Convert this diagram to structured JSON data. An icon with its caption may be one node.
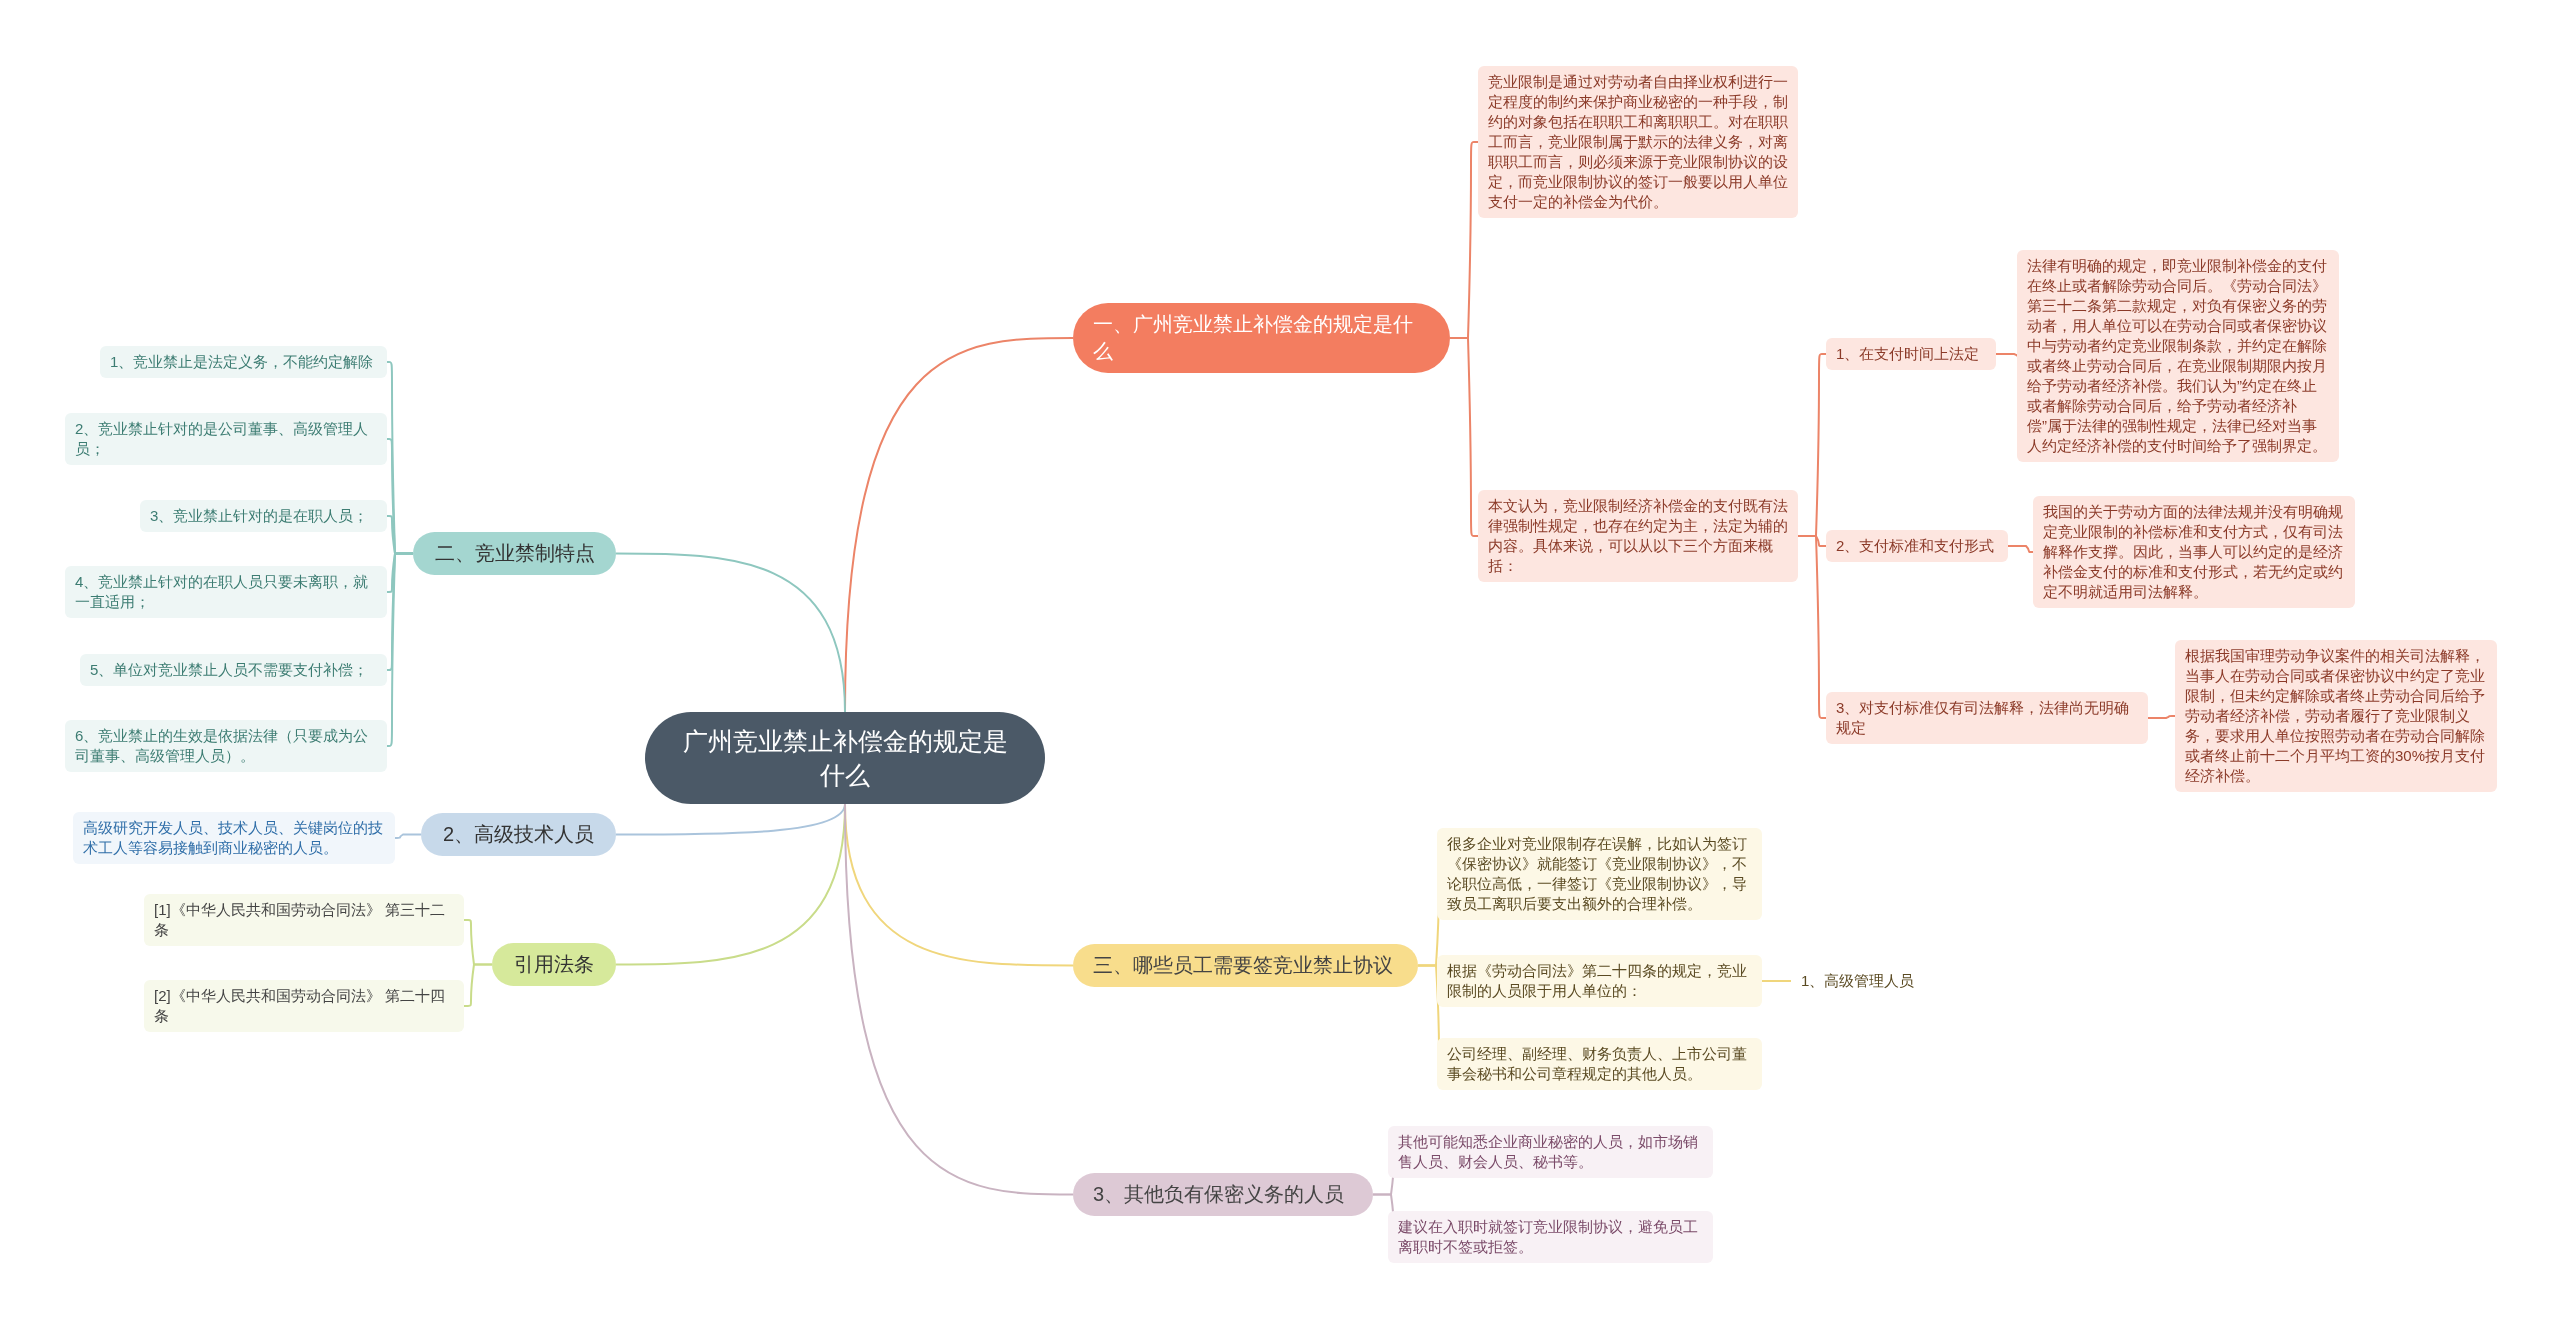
{
  "diagram": {
    "nodes": [
      {
        "text": [
          "广州竞业禁止补偿金的规定是什么"
        ]
      },
      {
        "text": [
          "一、广州竞业禁止补偿金的规定是什么"
        ]
      },
      {
        "text": [
          "竞业限制是通过对劳动者自由择业权利进行一定程度的制约来保护商业秘密的一种手段，制约的对象包括在职职工和离职职工。对在职职工而言，竞业限制属于默示的法律义务，对离职职工而言，则必须来源于竞业限制协议的设定，而竞业限制协议的签订一般要以用人单位支付一定的补偿金为代价。"
        ]
      },
      {
        "text": [
          "本文认为，竞业限制经济补偿金的支付既有法律强制性规定，也存在约定为主，法定为辅的内容。具体来说，可以从以下三个方面来概括："
        ]
      },
      {
        "text": [
          "1、在支付时间上法定"
        ]
      },
      {
        "text": [
          "法律有明确的规定，即竞业限制补偿金的支付在终止或者解除劳动合同后。《劳动合同法》第三十二条第二款规定，对负有保密义务的劳动者，用人单位可以在劳动合同或者保密协议中与劳动者约定竞业限制条款，并约定在解除或者终止劳动合同后，在竞业限制期限内按月给予劳动者经济补偿。我们认为”约定在终止或者解除劳动合同后，给予劳动者经济补偿”属于法律的强制性规定，法律已经对当事人约定经济补偿的支付时间给予了强制界定。"
        ]
      },
      {
        "text": [
          "2、支付标准和支付形式"
        ]
      },
      {
        "text": [
          "我国的关于劳动方面的法律法规并没有明确规定竞业限制的补偿标准和支付方式，仅有司法解释作支撑。因此，当事人可以约定的是经济补偿金支付的标准和支付形式，若无约定或约定不明就适用司法解释。"
        ]
      },
      {
        "text": [
          "3、对支付标准仅有司法解释，法律尚无明确规定"
        ]
      },
      {
        "text": [
          "根据我国审理劳动争议案件的相关司法解释，当事人在劳动合同或者保密协议中约定了竞业限制，但未约定解除或者终止劳动合同后给予劳动者经济补偿，劳动者履行了竞业限制义务，要求用人单位按照劳动者在劳动合同解除或者终止前十二个月平均工资的30%按月支付经济补偿。"
        ]
      },
      {
        "text": [
          "二、竞业禁制特点"
        ]
      },
      {
        "text": [
          "1、竞业禁止是法定义务，不能约定解除"
        ]
      },
      {
        "text": [
          "2、竞业禁止针对的是公司董事、高级管理人员；"
        ]
      },
      {
        "text": [
          "3、竞业禁止针对的是在职人员；"
        ]
      },
      {
        "text": [
          "4、竞业禁止针对的在职人员只要未离职，就一直适用；"
        ]
      },
      {
        "text": [
          "5、单位对竞业禁止人员不需要支付补偿；"
        ]
      },
      {
        "text": [
          "6、竞业禁止的生效是依据法律（只要成为公司董事、高级管理人员）。"
        ]
      },
      {
        "text": [
          "2、高级技术人员"
        ]
      },
      {
        "text": [
          "高级研究开发人员、技术人员、关键岗位的技术工人等容易接触到商业秘密的人员。"
        ]
      },
      {
        "text": [
          "引用法条"
        ]
      },
      {
        "text": [
          "[1]《中华人民共和国劳动合同法》 第三十二条"
        ]
      },
      {
        "text": [
          "[2]《中华人民共和国劳动合同法》 第二十四条"
        ]
      },
      {
        "text": [
          "三、哪些员工需要签竞业禁止协议"
        ]
      },
      {
        "text": [
          "很多企业对竞业限制存在误解，比如认为签订《保密协议》就能签订《竞业限制协议》，不论职位高低，一律签订《竞业限制协议》，导致员工离职后要支出额外的合理补偿。"
        ]
      },
      {
        "text": [
          "根据《劳动合同法》第二十四条的规定，竞业限制的人员限于用人单位的："
        ]
      },
      {
        "text": [
          "1、高级管理人员"
        ]
      },
      {
        "text": [
          "公司经理、副经理、财务负责人、上市公司董事会秘书和公司章程规定的其他人员。"
        ]
      },
      {
        "text": [
          "3、其他负有保密义务的人员"
        ]
      },
      {
        "text": [
          "其他可能知悉企业商业秘密的人员，如市场销售人员、财会人员、秘书等。"
        ]
      },
      {
        "text": [
          "建议在入职时就签订竞业限制协议，避免员工离职时不签或拒签。"
        ]
      }
    ],
    "edges": [
      {
        "from": 0,
        "to": 1,
        "arrow": "none",
        "color": "#ec8468"
      },
      {
        "from": 1,
        "to": 2,
        "arrow": "none",
        "color": "#ec8468"
      },
      {
        "from": 1,
        "to": 3,
        "arrow": "none",
        "color": "#ec8468"
      },
      {
        "from": 3,
        "to": 4,
        "arrow": "none",
        "color": "#ec8468"
      },
      {
        "from": 4,
        "to": 5,
        "arrow": "none",
        "color": "#ec8468"
      },
      {
        "from": 3,
        "to": 6,
        "arrow": "none",
        "color": "#ec8468"
      },
      {
        "from": 6,
        "to": 7,
        "arrow": "none",
        "color": "#ec8468"
      },
      {
        "from": 3,
        "to": 8,
        "arrow": "none",
        "color": "#ec8468"
      },
      {
        "from": 8,
        "to": 9,
        "arrow": "none",
        "color": "#ec8468"
      },
      {
        "from": 0,
        "to": 10,
        "arrow": "none",
        "color": "#8ec7bf"
      },
      {
        "from": 10,
        "to": 11,
        "arrow": "none",
        "color": "#8ec7bf"
      },
      {
        "from": 10,
        "to": 12,
        "arrow": "none",
        "color": "#8ec7bf"
      },
      {
        "from": 10,
        "to": 13,
        "arrow": "none",
        "color": "#8ec7bf"
      },
      {
        "from": 10,
        "to": 14,
        "arrow": "none",
        "color": "#8ec7bf"
      },
      {
        "from": 10,
        "to": 15,
        "arrow": "none",
        "color": "#8ec7bf"
      },
      {
        "from": 10,
        "to": 16,
        "arrow": "none",
        "color": "#8ec7bf"
      },
      {
        "from": 0,
        "to": 17,
        "arrow": "none",
        "color": "#aac4dc"
      },
      {
        "from": 17,
        "to": 18,
        "arrow": "none",
        "color": "#aac4dc"
      },
      {
        "from": 0,
        "to": 19,
        "arrow": "none",
        "color": "#c9dc8a"
      },
      {
        "from": 19,
        "to": 20,
        "arrow": "none",
        "color": "#c9dc8a"
      },
      {
        "from": 19,
        "to": 21,
        "arrow": "none",
        "color": "#c9dc8a"
      },
      {
        "from": 0,
        "to": 22,
        "arrow": "none",
        "color": "#f0d67c"
      },
      {
        "from": 22,
        "to": 23,
        "arrow": "none",
        "color": "#f0d67c"
      },
      {
        "from": 22,
        "to": 24,
        "arrow": "none",
        "color": "#f0d67c"
      },
      {
        "from": 24,
        "to": 25,
        "arrow": "none",
        "color": "#f0d67c"
      },
      {
        "from": 22,
        "to": 26,
        "arrow": "none",
        "color": "#f0d67c"
      },
      {
        "from": 0,
        "to": 27,
        "arrow": "none",
        "color": "#c9b3c1"
      },
      {
        "from": 27,
        "to": 28,
        "arrow": "none",
        "color": "#c9b3c1"
      },
      {
        "from": 27,
        "to": 29,
        "arrow": "none",
        "color": "#c9b3c1"
      }
    ]
  }
}
